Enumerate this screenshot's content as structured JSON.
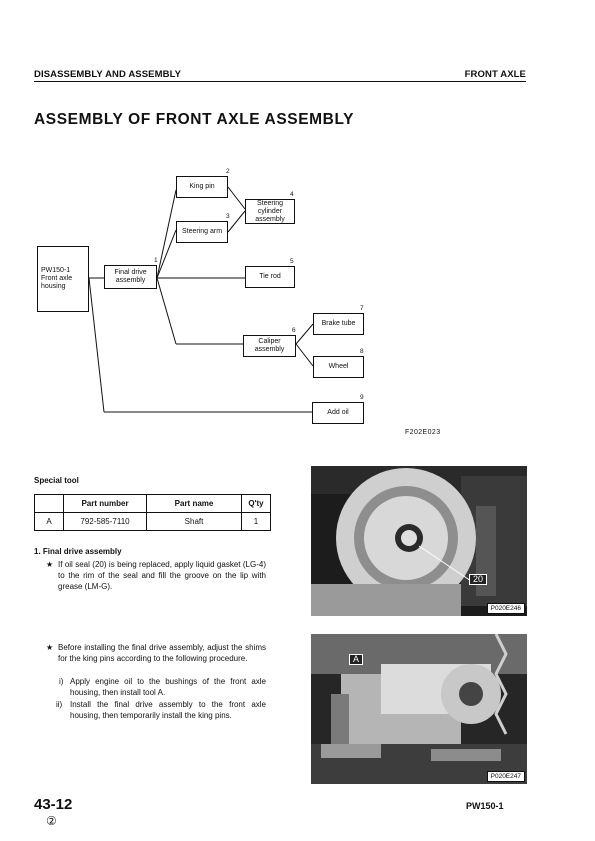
{
  "header": {
    "left": "DISASSEMBLY AND ASSEMBLY",
    "right": "FRONT AXLE"
  },
  "title": "ASSEMBLY OF FRONT AXLE ASSEMBLY",
  "diagram": {
    "root": "PW150-1\nFront axle\nhousing",
    "nodes": [
      {
        "label": "Final drive\nassembly",
        "num": "1"
      },
      {
        "label": "King pin",
        "num": "2"
      },
      {
        "label": "Steering arm",
        "num": "3"
      },
      {
        "label": "Steering\ncylinder\nassembly",
        "num": "4"
      },
      {
        "label": "Tie rod",
        "num": "5"
      },
      {
        "label": "Caliper\nassembly",
        "num": "6"
      },
      {
        "label": "Brake tube",
        "num": "7"
      },
      {
        "label": "Wheel",
        "num": "8"
      },
      {
        "label": "Add oil",
        "num": "9"
      }
    ],
    "figure_label": "F202E023"
  },
  "special_tool": {
    "heading": "Special tool",
    "headers": [
      "",
      "Part number",
      "Part name",
      "Q'ty"
    ],
    "rows": [
      [
        "A",
        "792-585-7110",
        "Shaft",
        "1"
      ]
    ]
  },
  "step1": {
    "heading": "1.  Final drive assembly",
    "note1": "If oil seal (20) is being replaced, apply liquid gasket (LG-4) to the rim of the seal and fill the groove on the lip with grease (LM-G).",
    "note2": "Before installing the final drive assembly, adjust the shims for the king pins according to the following procedure.",
    "sub_i": "Apply engine oil to the bushings of the front axle housing, then install tool A.",
    "sub_ii": "Install the final drive assembly to the front axle housing, then temporarily install the king pins.",
    "star": "★",
    "roman_i": "i)",
    "roman_ii": "ii)"
  },
  "photos": [
    {
      "caption": "P020E246",
      "callout": "20"
    },
    {
      "caption": "P020E247",
      "callout": "A"
    }
  ],
  "footer": {
    "page": "43-12",
    "revision": "②",
    "model": "PW150-1"
  }
}
